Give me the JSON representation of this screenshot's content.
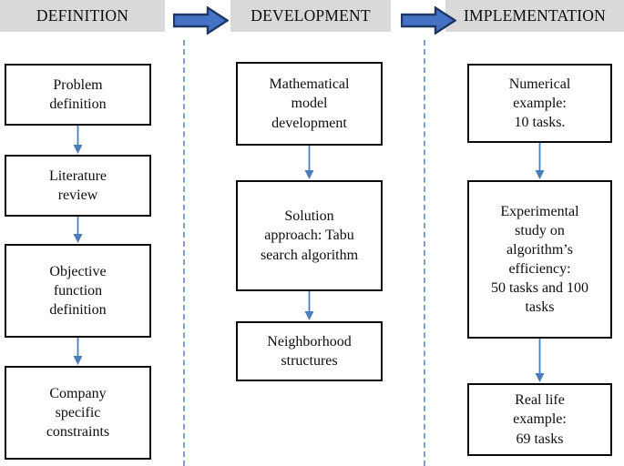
{
  "diagram": {
    "title_row": {
      "phases": [
        {
          "id": "definition",
          "label": "DEFINITION"
        },
        {
          "id": "development",
          "label": "DEVELOPMENT"
        },
        {
          "id": "implementation",
          "label": "IMPLEMENTATION"
        }
      ],
      "transition_arrows": [
        {
          "id": "arrow-definition-to-development",
          "icon": "block-arrow-right-icon"
        },
        {
          "id": "arrow-development-to-implementation",
          "icon": "block-arrow-right-icon"
        }
      ]
    },
    "colors": {
      "header_bar_fill": "#d9d9d9",
      "header_text": "#0d0d0d",
      "block_arrow_fill": "#4472c4",
      "block_arrow_stroke": "#1f3864",
      "connector_line": "#4a7ebb",
      "box_border": "#0a0a0a",
      "box_fill": "#ffffff",
      "divider_line": "#7e9fd4",
      "page_background": "#ffffff"
    },
    "columns": [
      {
        "id": "definition",
        "boxes": [
          {
            "id": "problem-definition",
            "text": "Problem\ndefinition"
          },
          {
            "id": "literature-review",
            "text": "Literature\nreview"
          },
          {
            "id": "objective-function-definition",
            "text": "Objective\nfunction\ndefinition"
          },
          {
            "id": "company-specific-constraints",
            "text": "Company\nspecific\nconstraints"
          }
        ],
        "connector_count": 3
      },
      {
        "id": "development",
        "boxes": [
          {
            "id": "mathematical-model-development",
            "text": "Mathematical\nmodel\ndevelopment"
          },
          {
            "id": "solution-approach-tabu-search",
            "text": "Solution\napproach: Tabu\nsearch algorithm"
          },
          {
            "id": "neighborhood-structures",
            "text": "Neighborhood\nstructures"
          }
        ],
        "connector_count": 2
      },
      {
        "id": "implementation",
        "boxes": [
          {
            "id": "numerical-example",
            "text": "Numerical\nexample:\n10 tasks."
          },
          {
            "id": "experimental-study",
            "text": "Experimental\nstudy on\nalgorithm’s\nefficiency:\n50 tasks and 100\ntasks"
          },
          {
            "id": "real-life-example",
            "text": "Real life\nexample:\n69 tasks"
          }
        ],
        "connector_count": 2
      }
    ]
  }
}
